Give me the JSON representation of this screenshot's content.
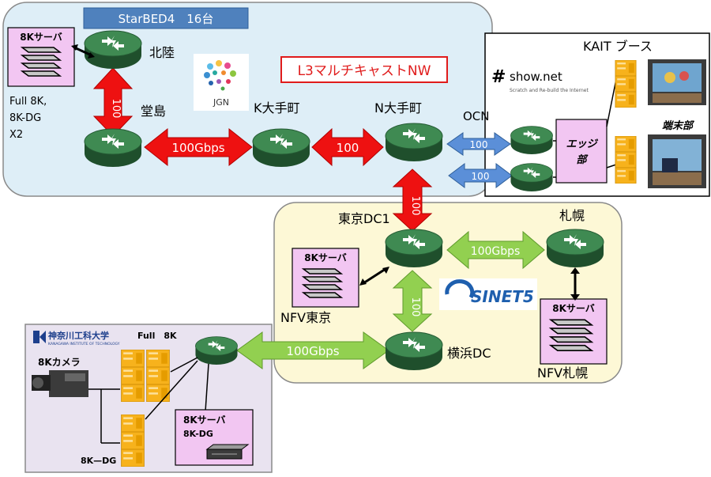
{
  "regions": {
    "starbed": {
      "label": "StarBED4　16台",
      "l3_label": "L3マルチキャストNW"
    },
    "kait": {
      "title": "KAIT ブース",
      "edge_label_line1": "エッジ",
      "edge_label_line2": "部",
      "terminal_label": "端末部",
      "shownet_brand": "show.net",
      "shownet_tagline": "Scratch and Re-build the Internet"
    },
    "sinet": {
      "logo": "SINET5"
    },
    "kanagawa": {
      "university": "神奈川工科大学",
      "university_en": "KANAGAWA INSTITUTE OF TECHNOLOGY",
      "full8k": "Full　8K",
      "camera": "8Kカメラ",
      "dg": "8K—DG"
    }
  },
  "nodes": {
    "hokuriku": "北陸",
    "dojima": "堂島",
    "k_otemachi": "K大手町",
    "n_otemachi": "N大手町",
    "ocn": "OCN",
    "tokyo_dc1": "東京DC1",
    "sapporo": "札幌",
    "yokohama_dc": "横浜DC",
    "nfv_tokyo": "NFV東京",
    "nfv_sapporo": "NFV札幌"
  },
  "servers": {
    "starbed_server": "8Kサーバ",
    "starbed_server_note": [
      "Full 8K,",
      "8K-DG",
      " X2"
    ],
    "tokyo_server": "8Kサーバ",
    "sapporo_server": "8Kサーバ",
    "kanagawa_server": "8Kサーバ",
    "kanagawa_server_sub": "8K-DG"
  },
  "links": {
    "hokuriku_dojima": "100",
    "dojima_k": "100Gbps",
    "k_n": "100",
    "n_tokyo": "100",
    "ocn_upper": "100",
    "ocn_lower": "100",
    "tokyo_sapporo": "100Gbps",
    "tokyo_yokohama": "100",
    "kanagawa_yokohama": "100Gbps"
  },
  "logos": {
    "jgn": "JGN"
  },
  "colors": {
    "red_arrow": "#ee1111",
    "green_arrow": "#92d050",
    "blue_arrow": "#5b8fd8",
    "region_blue": "#deeef7",
    "region_yellow": "#fdf8d6",
    "region_purple": "#e9e3f0",
    "server_pink": "#f2c6f2",
    "router_green": "#2f6b3f",
    "equip_orange": "#f7b21c"
  }
}
